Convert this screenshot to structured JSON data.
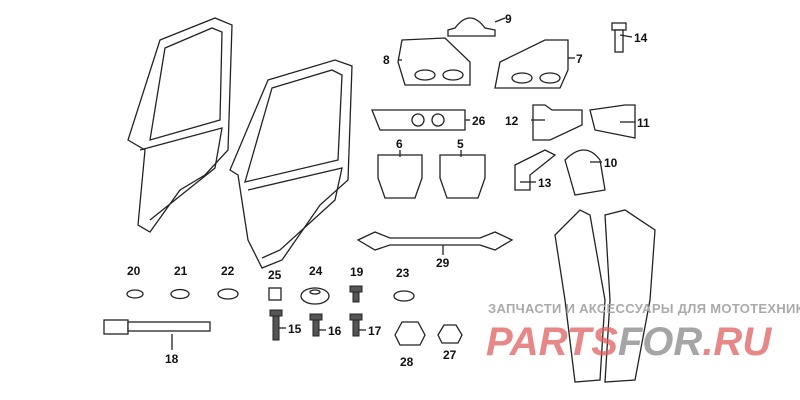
{
  "callouts": {
    "c5": "5",
    "c6": "6",
    "c7": "7",
    "c8": "8",
    "c9": "9",
    "c10": "10",
    "c11": "11",
    "c12": "12",
    "c13": "13",
    "c14": "14",
    "c15": "15",
    "c16": "16",
    "c17": "17",
    "c18": "18",
    "c19": "19",
    "c20": "20",
    "c21": "21",
    "c22": "22",
    "c23": "23",
    "c24": "24",
    "c25": "25",
    "c26": "26",
    "c27": "27",
    "c28": "28",
    "c29": "29"
  },
  "watermark": {
    "tagline": "ЗАПЧАСТИ И АКСЕССУАРЫ ДЛЯ МОТОТЕХНИКИ",
    "brand_a": "PARTS",
    "brand_b": "FOR",
    "brand_c": ".RU"
  }
}
